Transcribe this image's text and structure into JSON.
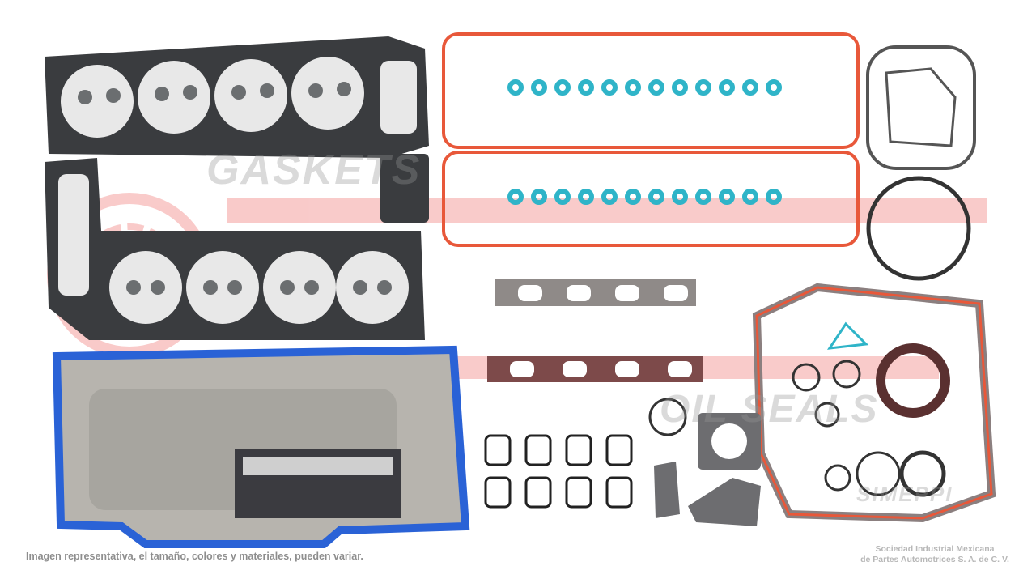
{
  "watermark": {
    "top_text": "GASKETS",
    "bottom_text": "OIL SEALS",
    "logo": "SIMEPPI",
    "brand_color": "#e9302c"
  },
  "footer": {
    "disclaimer": "Imagen representativa, el tamaño, colores y materiales, pueden variar.",
    "company_line1": "Sociedad Industrial Mexicana",
    "company_line2": "de Partes Automotrices S. A. de C. V."
  },
  "colors": {
    "head_gasket": "#3a3c3f",
    "valve_cover_gasket": "#e8583a",
    "o_rings": "#2fb4c8",
    "oil_pan_gasket": "#2a62d6",
    "fiber_gasket": "#8b7f7f"
  }
}
